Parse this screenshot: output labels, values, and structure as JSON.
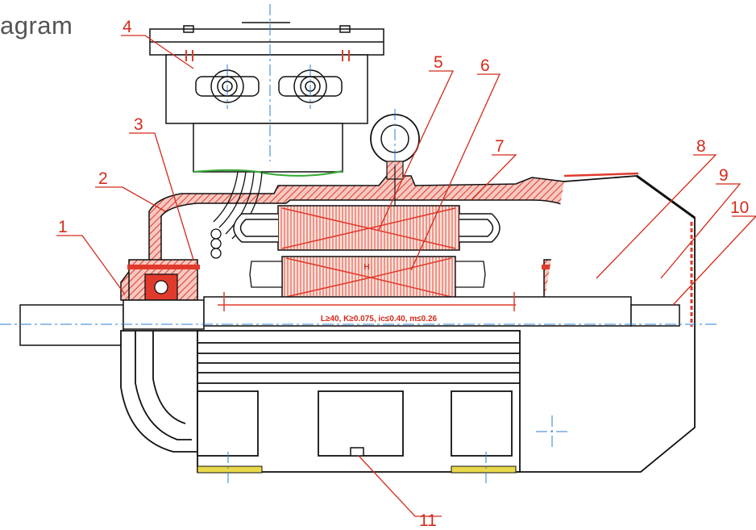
{
  "title": "agram",
  "spec_text": "L≥40, K≥0.075, ic≤0.40, m≤0.26",
  "rotor_mark": "H",
  "colors": {
    "outline": "#111111",
    "section_red": "#e03a2c",
    "hatch_red": "#e8614f",
    "leader_red": "#d42a1a",
    "label_red": "#d42a1a",
    "center_blue": "#2a7fd4",
    "green_line": "#33aa33",
    "yellow_pad": "#e8d84a"
  },
  "callouts": [
    {
      "id": "1",
      "label": "1"
    },
    {
      "id": "2",
      "label": "2"
    },
    {
      "id": "3",
      "label": "3"
    },
    {
      "id": "4",
      "label": "4"
    },
    {
      "id": "5",
      "label": "5"
    },
    {
      "id": "6",
      "label": "6"
    },
    {
      "id": "7",
      "label": "7"
    },
    {
      "id": "8",
      "label": "8"
    },
    {
      "id": "9",
      "label": "9"
    },
    {
      "id": "10",
      "label": "10"
    },
    {
      "id": "11",
      "label": "11"
    }
  ]
}
